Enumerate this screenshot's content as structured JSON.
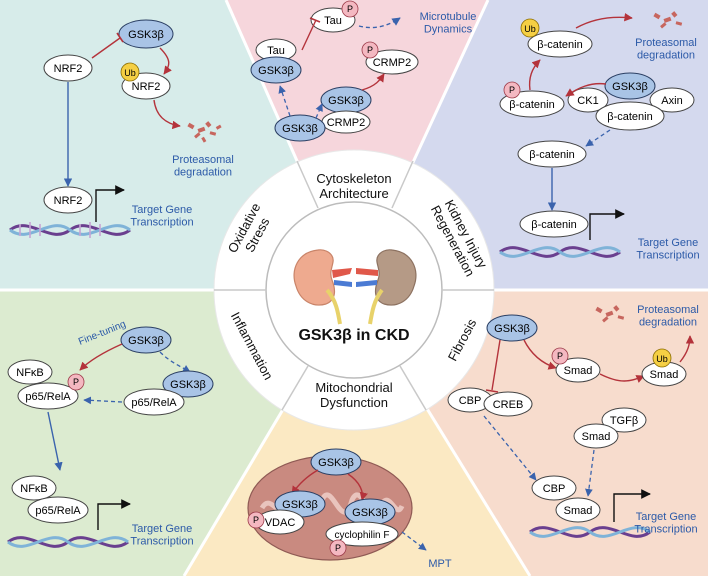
{
  "center": {
    "title": "GSK3β in CKD"
  },
  "ring": {
    "oxidative": "Oxidative\nStress",
    "cytoskeleton": "Cytoskeleton\nArchitecture",
    "kidney": "Kidney Injury\nRegeneration",
    "inflammation": "Inflammation",
    "fibrosis": "Fibrosis",
    "mitochondrial": "Mitochondrial\nDysfunction"
  },
  "oxidative_panel": {
    "gsk": "GSK3β",
    "nrf2_a": "NRF2",
    "ub": "Ub",
    "nrf2_b": "NRF2",
    "proteasomal": "Proteasomal\ndegradation",
    "nrf2_c": "NRF2",
    "target": "Target Gene\nTranscription"
  },
  "cytoskeleton_panel": {
    "tau": "Tau",
    "tau_p": "P",
    "microtubule": "Microtubule\nDynamics",
    "tau2": "Tau",
    "gsk_a": "GSK3β",
    "crmp2_p": "P",
    "crmp2": "CRMP2",
    "gsk_b": "GSK3β",
    "crmp2_b": "CRMP2",
    "gsk_c": "GSK3β"
  },
  "kidney_panel": {
    "ub": "Ub",
    "bcat_a": "β-catenin",
    "proteasomal": "Proteasomal\ndegradation",
    "p": "P",
    "bcat_b": "β-catenin",
    "ck1": "CK1",
    "gsk": "GSK3β",
    "axin": "Axin",
    "bcat_c": "β-catenin",
    "bcat_d": "β-catenin",
    "bcat_e": "β-catenin",
    "target": "Target Gene\nTranscription"
  },
  "inflammation_panel": {
    "finetuning": "Fine-tuning",
    "gsk_a": "GSK3β",
    "nfkb_a": "NFκB",
    "p65_a": "p65/RelA",
    "p": "P",
    "gsk_b": "GSK3β",
    "p65_b": "p65/RelA",
    "nfkb_c": "NFκB",
    "p65_c": "p65/RelA",
    "target": "Target Gene\nTranscription"
  },
  "fibrosis_panel": {
    "gsk": "GSK3β",
    "p": "P",
    "smad_a": "Smad",
    "ub": "Ub",
    "smad_b": "Smad",
    "proteasomal": "Proteasomal\ndegradation",
    "cbp_a": "CBP",
    "creb": "CREB",
    "tgfb": "TGFβ",
    "smad_c": "Smad",
    "cbp_b": "CBP",
    "smad_d": "Smad",
    "target": "Target Gene\nTranscription"
  },
  "mito_panel": {
    "gsk_a": "GSK3β",
    "gsk_b": "GSK3β",
    "gsk_c": "GSK3β",
    "p_a": "P",
    "vdac": "VDAC",
    "cyclo": "cyclophilin F",
    "p_b": "P",
    "mpt": "MPT"
  },
  "colors": {
    "oxidative_bg": "#d7ecea",
    "cytoskeleton_bg": "#f6d6dc",
    "kidney_bg": "#d4d9ee",
    "inflammation_bg": "#dcebd0",
    "fibrosis_bg": "#f7dccd",
    "mito_bg": "#fbe9c3",
    "gsk_fill": "#a9c4e6",
    "blue_arrow": "#3a63ad",
    "red_arrow": "#b4333b",
    "label_blue": "#2c5aa8",
    "p_fill": "#f4b8c1",
    "ub_fill": "#f5cf44"
  }
}
